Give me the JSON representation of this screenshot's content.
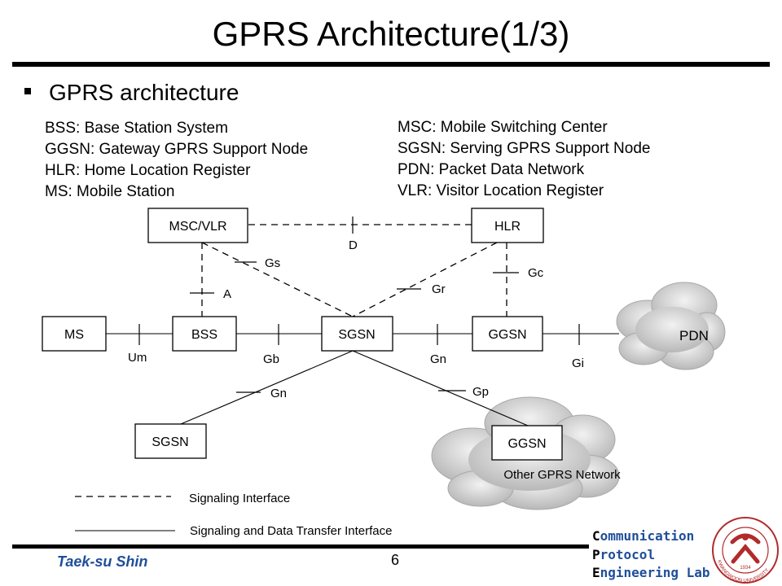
{
  "slide": {
    "title": "GPRS Architecture(1/3)",
    "bullet": "GPRS architecture",
    "page_number": "6"
  },
  "abbreviations": {
    "left": [
      "BSS: Base Station System",
      "GGSN: Gateway GPRS Support Node",
      "HLR: Home Location Register",
      "MS: Mobile Station"
    ],
    "right": [
      "MSC: Mobile Switching Center",
      "SGSN: Serving GPRS Support Node",
      "PDN: Packet Data Network",
      "VLR: Visitor Location Register"
    ]
  },
  "diagram": {
    "nodes": {
      "msc_vlr": "MSC/VLR",
      "hlr": "HLR",
      "ms": "MS",
      "bss": "BSS",
      "sgsn": "SGSN",
      "ggsn": "GGSN",
      "pdn": "PDN",
      "sgsn_other": "SGSN",
      "ggsn_other": "GGSN",
      "other_network": "Other GPRS Network"
    },
    "interfaces": {
      "d": "D",
      "gs": "Gs",
      "a": "A",
      "gr": "Gr",
      "gc": "Gc",
      "um": "Um",
      "gb": "Gb",
      "gn_main": "Gn",
      "gi": "Gi",
      "gn_lower": "Gn",
      "gp": "Gp"
    },
    "legend": {
      "signaling": "Signaling Interface",
      "signaling_data": "Signaling and Data Transfer Interface"
    }
  },
  "footer": {
    "author": "Taek-su Shin",
    "lab_lines": [
      {
        "first": "C",
        "rest": "ommunication"
      },
      {
        "first": "P",
        "rest": "rotocol"
      },
      {
        "first": "E",
        "rest": "ngineering Lab"
      }
    ],
    "seal_year": "1934",
    "seal_text": "KWANGWOON UNIVERSITY"
  },
  "colors": {
    "footer_text": "#1f4e9a",
    "seal_red": "#b22a2a",
    "cloud_gray": "#bdbdbd"
  }
}
